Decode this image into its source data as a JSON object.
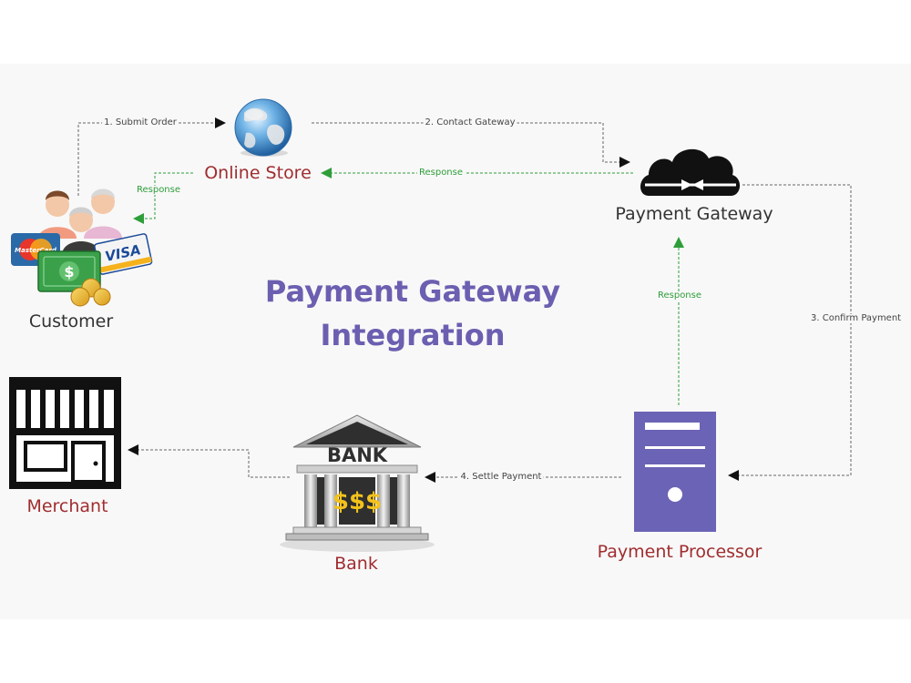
{
  "title": {
    "line1": "Payment Gateway",
    "line2": "Integration"
  },
  "nodes": {
    "online_store": "Online Store",
    "payment_gateway": "Payment Gateway",
    "customer": "Customer",
    "merchant": "Merchant",
    "bank": "Bank",
    "payment_processor": "Payment Processor"
  },
  "edges": {
    "submit_order": "1. Submit Order",
    "contact_gateway": "2. Contact Gateway",
    "confirm_payment": "3. Confirm Payment",
    "settle_payment": "4. Settle Payment",
    "response_gateway_store": "Response",
    "response_store_customer": "Response",
    "response_processor_gateway": "Response"
  },
  "icon_text": {
    "mastercard": "MasterCard",
    "visa": "VISA",
    "bank_sign": "BANK",
    "bank_money": "$$$"
  },
  "colors": {
    "title": "#6a5fb0",
    "node_label_red": "#a02d2f",
    "node_label_dark": "#333333",
    "response_arrow": "#2e9e3a",
    "processor": "#6b63b5",
    "bank_gold": "#f2c21b"
  },
  "icons": {
    "online_store": "globe-icon",
    "payment_gateway": "cloud-icon",
    "customer": "customer-with-cards-icon",
    "merchant": "storefront-icon",
    "bank": "bank-building-icon",
    "payment_processor": "server-icon"
  }
}
